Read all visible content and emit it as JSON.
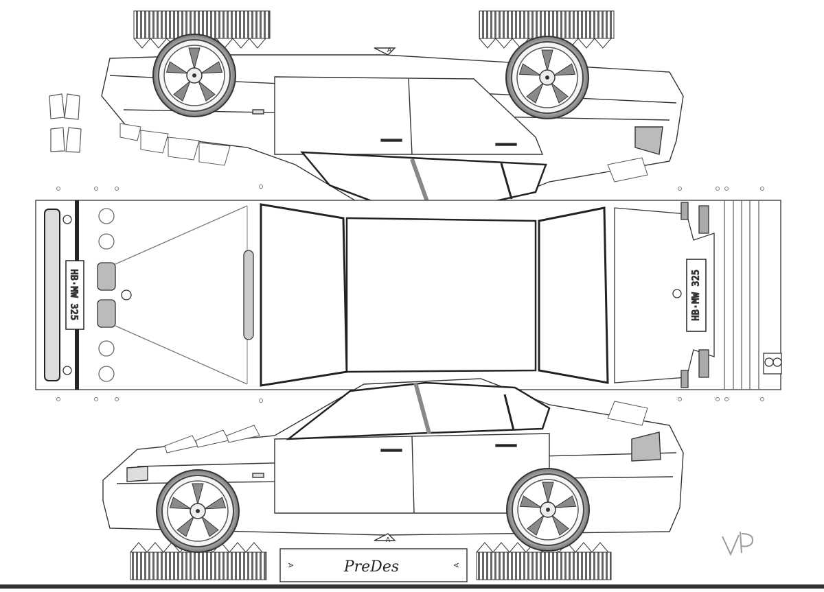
{
  "brand_label": "PreDes",
  "license_plate": "HB·MW 325",
  "glue_mark": "A",
  "signature": "VP",
  "colors": {
    "line": "#333333",
    "window": "#222222",
    "shade": "#8a8a8a",
    "tire": "#555555"
  },
  "icons": [
    "wheel-icon",
    "bmw-logo-icon",
    "fog-light-icon",
    "headlight-icon",
    "taillight-icon"
  ]
}
